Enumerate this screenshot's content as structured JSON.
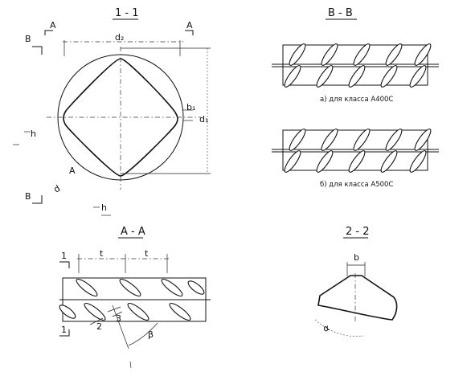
{
  "section_11": {
    "title": "1 - 1",
    "cut_left": "A",
    "cut_right": "A",
    "mark_b_top": "B",
    "mark_b_bottom": "B",
    "dim_d2": "d₂",
    "dim_d1": "d₁",
    "dim_b1": "b₁",
    "dim_h_left": "h",
    "dim_h_bottom": "h",
    "label_d": "d",
    "label_A": "A"
  },
  "section_bb": {
    "title": "B - B",
    "caption_a": "а) для класса А400С",
    "caption_b": "б) для класса А500С"
  },
  "section_aa": {
    "title": "A - A",
    "cut_top": "1",
    "cut_bottom": "1",
    "pitch_1": "t",
    "pitch_2": "t",
    "label_2": "2",
    "label_3": "3",
    "label_beta": "β"
  },
  "section_22": {
    "title": "2 - 2",
    "dim_b": "b",
    "label_alpha": "α"
  }
}
